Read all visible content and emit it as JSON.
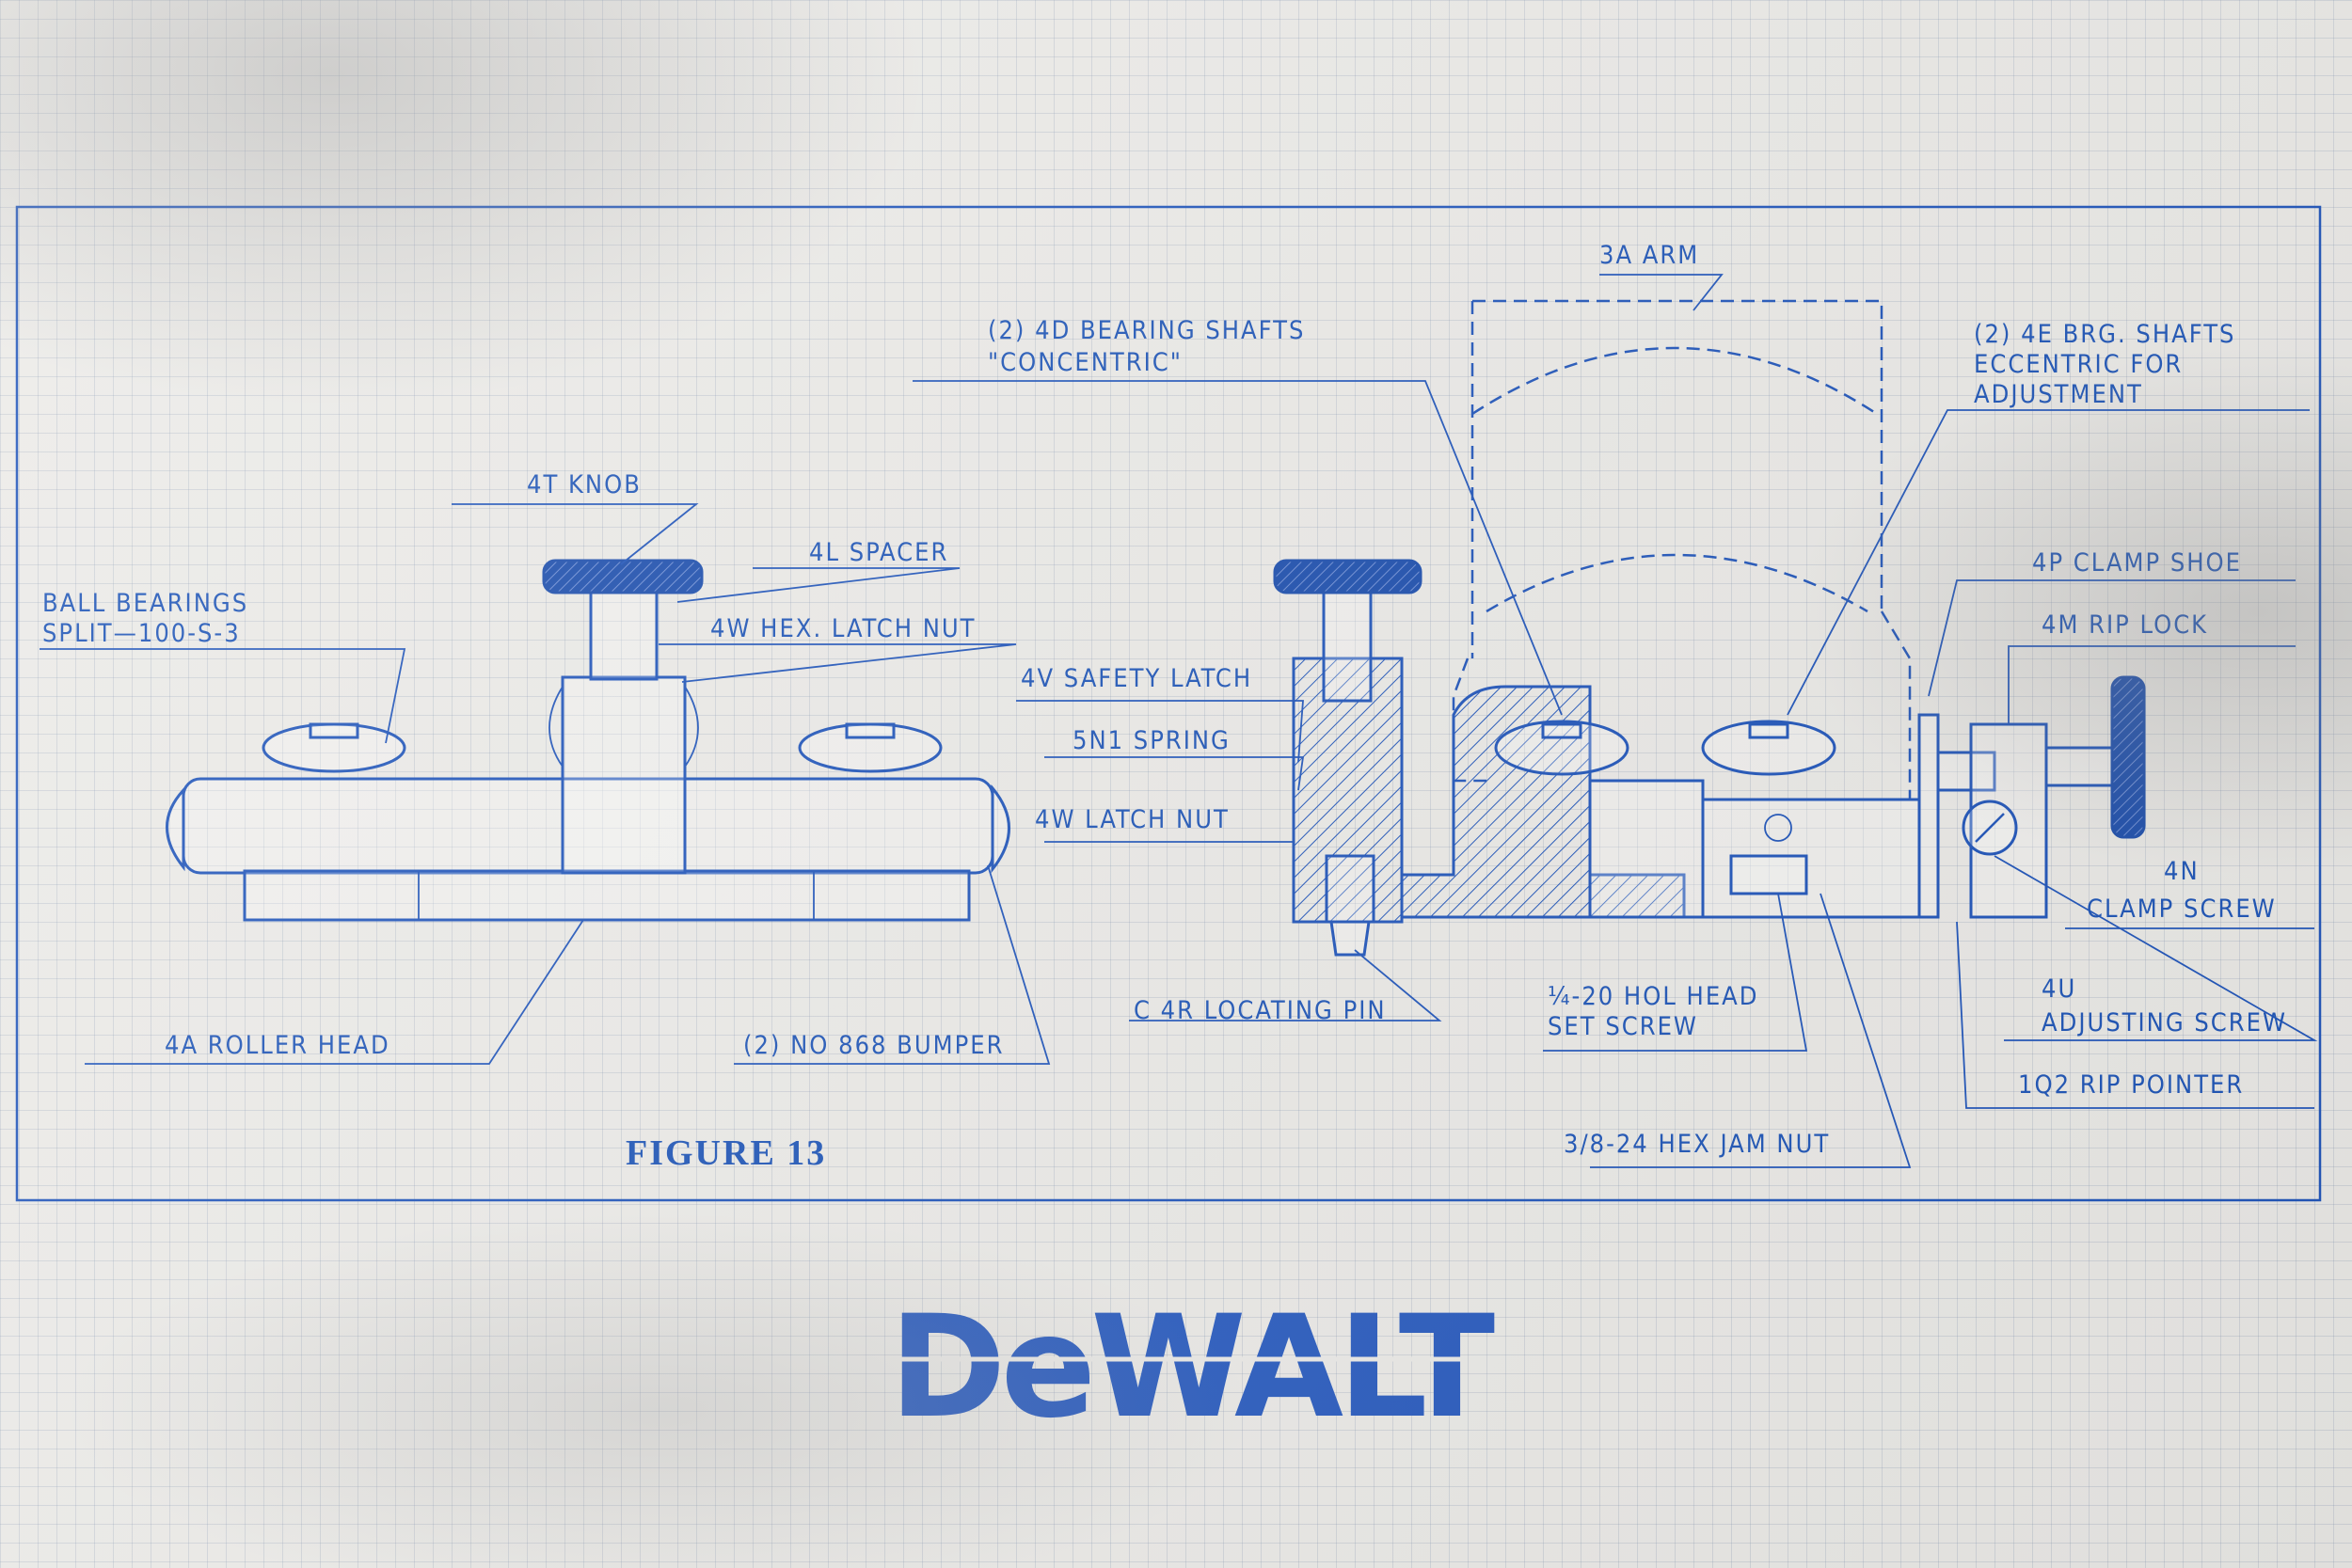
{
  "figure_label": "FIGURE 13",
  "brand": "DeWALT",
  "colors": {
    "ink": "#2156bb",
    "paper": "#ecebe8",
    "grid": "#8c9cb4"
  },
  "callouts": {
    "ball_bearings_1": "BALL BEARINGS",
    "ball_bearings_2": "SPLIT—100-S-3",
    "knob": "4T KNOB",
    "spacer": "4L SPACER",
    "hex_latch_nut": "4W HEX. LATCH NUT",
    "roller_head": "4A ROLLER HEAD",
    "bumper": "(2) NO 868 BUMPER",
    "safety_latch": "4V SAFETY LATCH",
    "spring": "5N1 SPRING",
    "latch_nut": "4W LATCH NUT",
    "locating_pin": "C 4R LOCATING PIN",
    "bearing_shafts_1": "(2) 4D BEARING SHAFTS",
    "bearing_shafts_2": "\"CONCENTRIC\"",
    "arm": "3A ARM",
    "brg_shafts_1": "(2) 4E BRG. SHAFTS",
    "brg_shafts_2": "ECCENTRIC FOR",
    "brg_shafts_3": "ADJUSTMENT",
    "clamp_shoe": "4P CLAMP SHOE",
    "rip_lock": "4M RIP LOCK",
    "clamp_screw_1": "4N",
    "clamp_screw_2": "CLAMP SCREW",
    "adjusting_screw_1": "4U",
    "adjusting_screw_2": "ADJUSTING SCREW",
    "rip_pointer": "1Q2 RIP POINTER",
    "set_screw_1": "¼-20 HOL HEAD",
    "set_screw_2": "SET SCREW",
    "jam_nut": "3/8-24 HEX JAM NUT"
  }
}
